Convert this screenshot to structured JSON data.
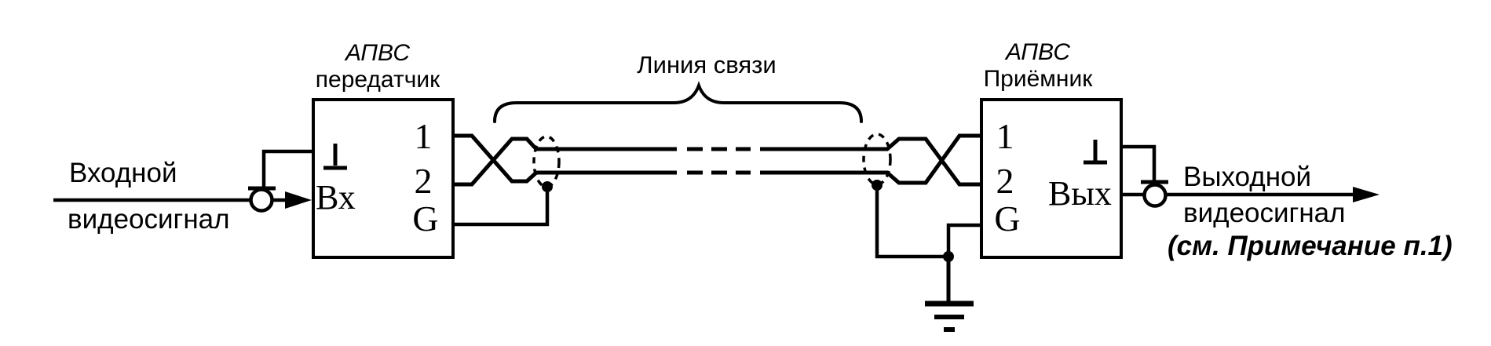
{
  "diagram": {
    "line_label": "Линия связи",
    "input": {
      "label_line1": "Входной",
      "label_line2": "видеосигнал"
    },
    "output": {
      "label_line1": "Выходной",
      "label_line2": "видеосигнал",
      "note": "(см. Примечание п.1)"
    },
    "transmitter": {
      "title_line1": "АПВС",
      "title_line2": "передатчик",
      "port_label": "Вх",
      "pin1": "1",
      "pin2": "2",
      "pin_ground": "G"
    },
    "receiver": {
      "title_line1": "АПВС",
      "title_line2": "Приёмник",
      "port_label": "Вых",
      "pin1": "1",
      "pin2": "2",
      "pin_ground": "G"
    },
    "icons": {
      "chassis_ground": "chassis-ground-icon",
      "earth_ground": "earth-ground-icon",
      "coax_connector": "coax-connector-icon",
      "cable_shield": "shield-ellipse-icon",
      "signal_arrow": "arrow-right-icon",
      "brace": "curly-brace-icon"
    },
    "colors": {
      "ink": "#000000",
      "background": "#ffffff"
    }
  }
}
